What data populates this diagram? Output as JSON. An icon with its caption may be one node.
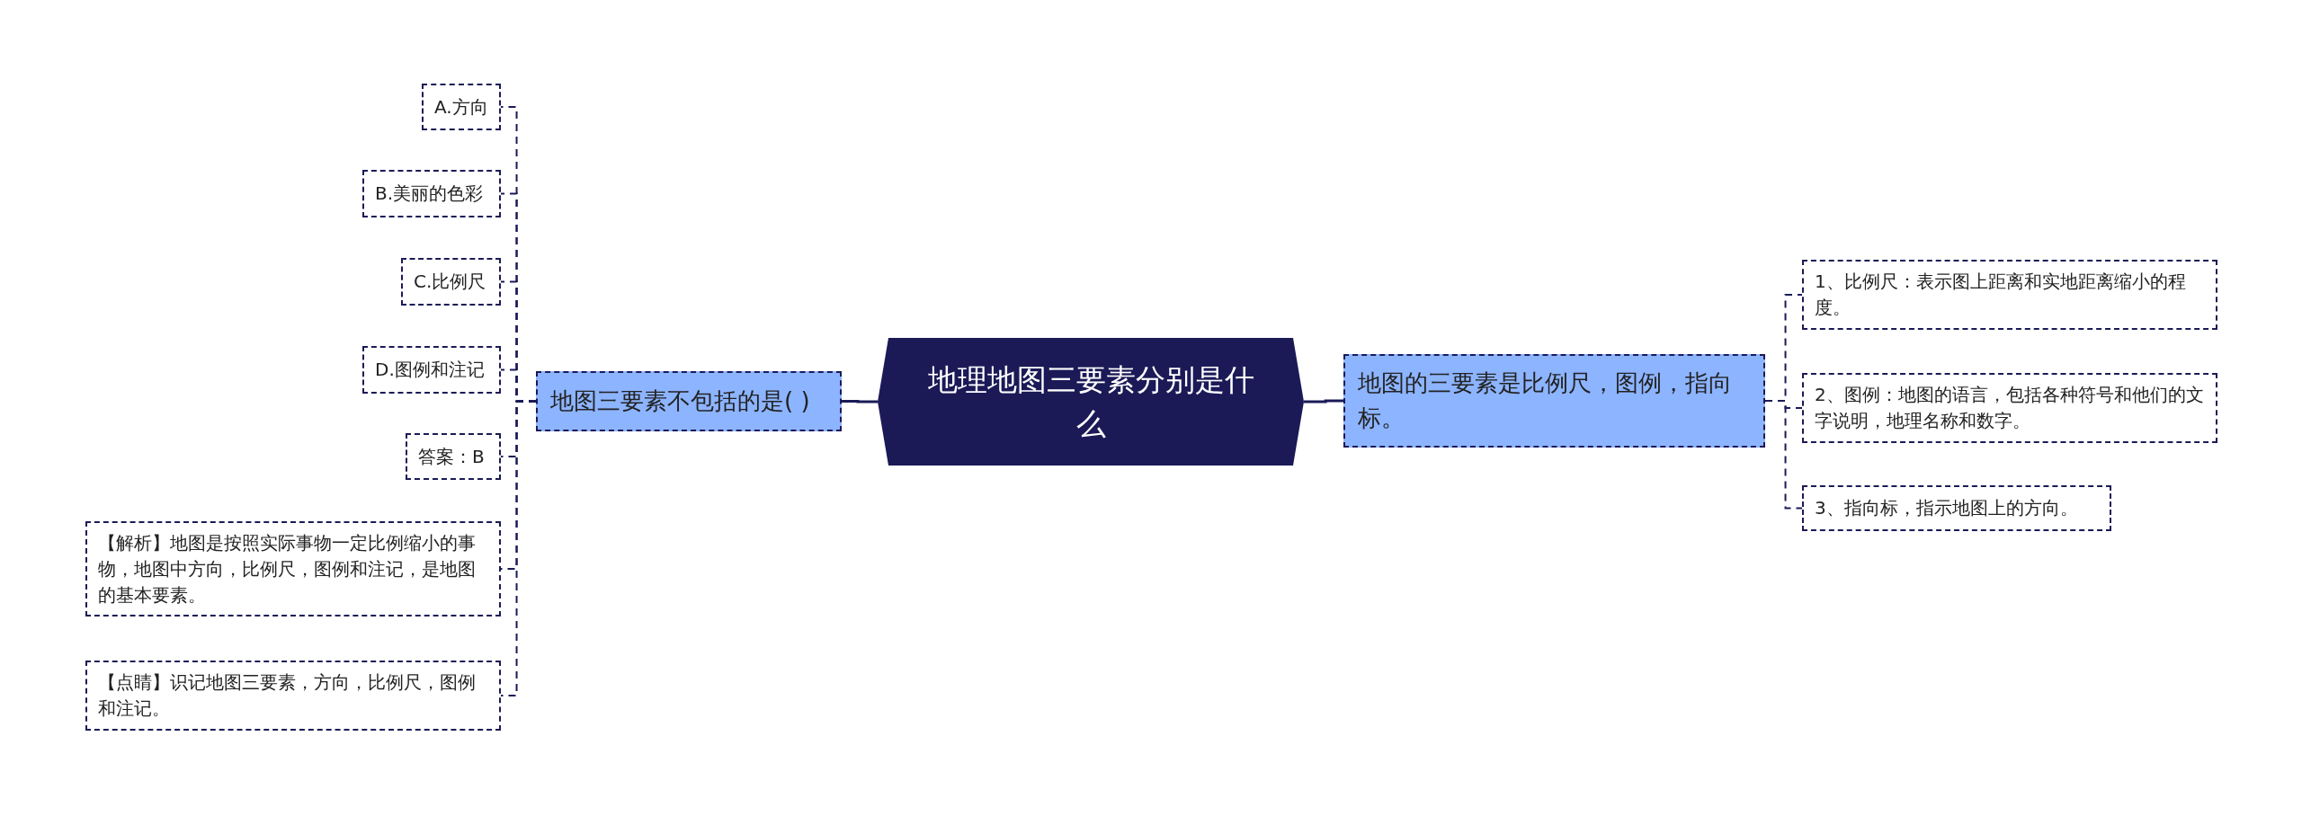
{
  "diagram": {
    "nodes": [
      {
        "text": [
          "地理地图三要素分别是什么"
        ]
      },
      {
        "text": [
          "地图三要素不包括的是( )"
        ]
      },
      {
        "text": [
          "A.方向"
        ]
      },
      {
        "text": [
          "B.美丽的色彩"
        ]
      },
      {
        "text": [
          "C.比例尺"
        ]
      },
      {
        "text": [
          "D.图例和注记"
        ]
      },
      {
        "text": [
          "答案：B"
        ]
      },
      {
        "text": [
          "【解析】地图是按照实际事物一定比例缩小的事物，地图中方向，比例尺，图例和注记，是地图的基本要素。"
        ]
      },
      {
        "text": [
          "【点睛】识记地图三要素，方向，比例尺，图例和注记。"
        ]
      },
      {
        "text": [
          "地图的三要素是比例尺，图例，指向标。"
        ]
      },
      {
        "text": [
          "1、比例尺：表示图上距离和实地距离缩小的程度。"
        ]
      },
      {
        "text": [
          "2、图例：地图的语言，包括各种符号和他们的文字说明，地理名称和数字。"
        ]
      },
      {
        "text": [
          "3、指向标，指示地图上的方向。"
        ]
      }
    ],
    "edges": [
      {
        "from": 0,
        "to": 1,
        "arrow": "none"
      },
      {
        "from": 1,
        "to": 2,
        "arrow": "none",
        "style": "dashed"
      },
      {
        "from": 1,
        "to": 3,
        "arrow": "none",
        "style": "dashed"
      },
      {
        "from": 1,
        "to": 4,
        "arrow": "none",
        "style": "dashed"
      },
      {
        "from": 1,
        "to": 5,
        "arrow": "none",
        "style": "dashed"
      },
      {
        "from": 1,
        "to": 6,
        "arrow": "none",
        "style": "dashed"
      },
      {
        "from": 1,
        "to": 7,
        "arrow": "none",
        "style": "dashed"
      },
      {
        "from": 1,
        "to": 8,
        "arrow": "none",
        "style": "dashed"
      },
      {
        "from": 0,
        "to": 9,
        "arrow": "none"
      },
      {
        "from": 9,
        "to": 10,
        "arrow": "none",
        "style": "dashed"
      },
      {
        "from": 9,
        "to": 11,
        "arrow": "none",
        "style": "dashed"
      },
      {
        "from": 9,
        "to": 12,
        "arrow": "none",
        "style": "dashed"
      }
    ]
  }
}
